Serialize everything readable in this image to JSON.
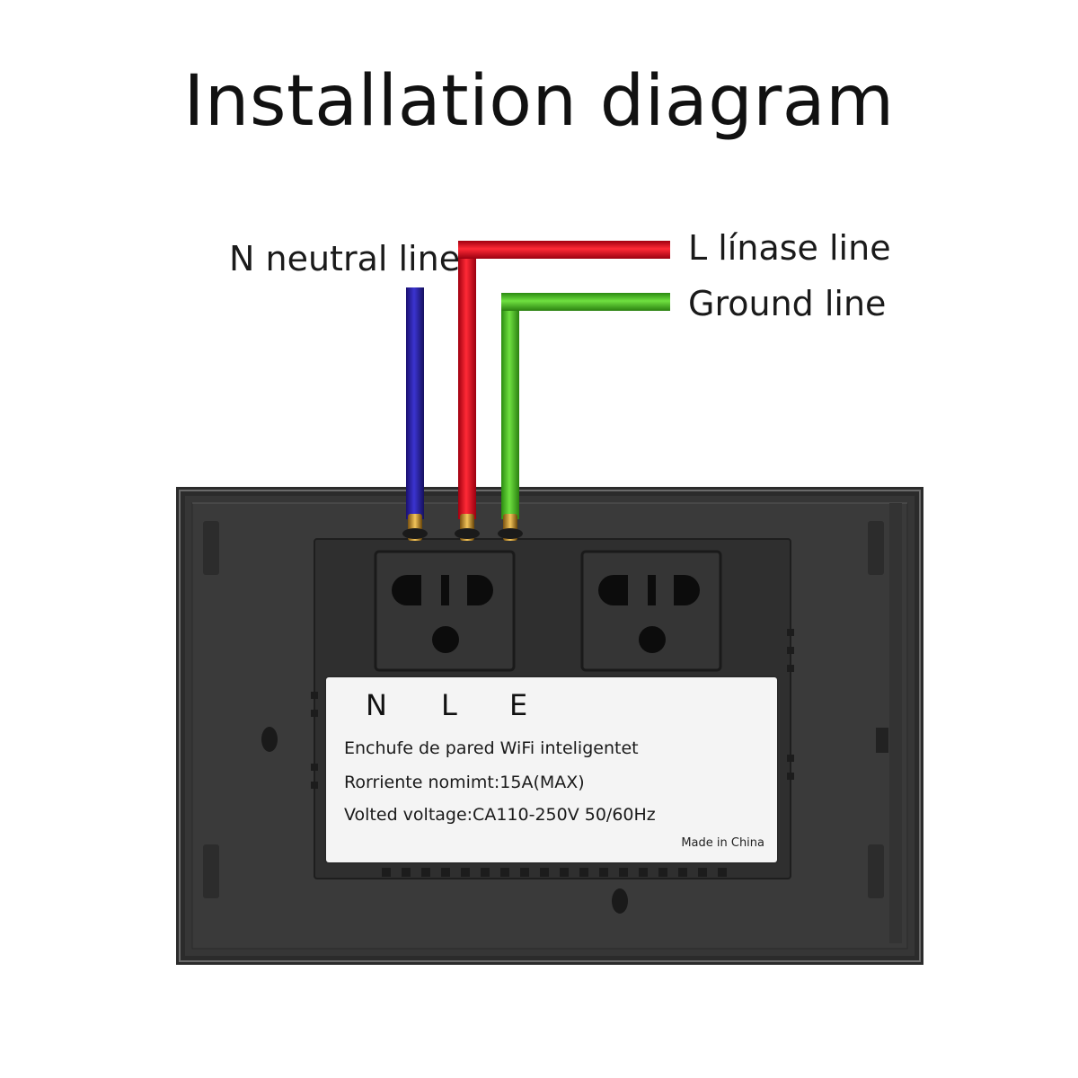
{
  "title": "Installation diagram",
  "wires": {
    "neutral": {
      "label": "N neutral line",
      "color": "#2a1fa8"
    },
    "phase": {
      "label": "L línase line",
      "color": "#e0101e"
    },
    "ground": {
      "label": "Ground line",
      "color": "#3fbf1f"
    }
  },
  "panel": {
    "terminals": {
      "n": "N",
      "l": "L",
      "e": "E"
    },
    "spec_lines": [
      "Enchufe de pared WiFi inteligentet",
      "Rorriente nomimt:15A(MAX)",
      "Volted voltage:CA110-250V 50/60Hz"
    ],
    "origin": "Made in China"
  }
}
